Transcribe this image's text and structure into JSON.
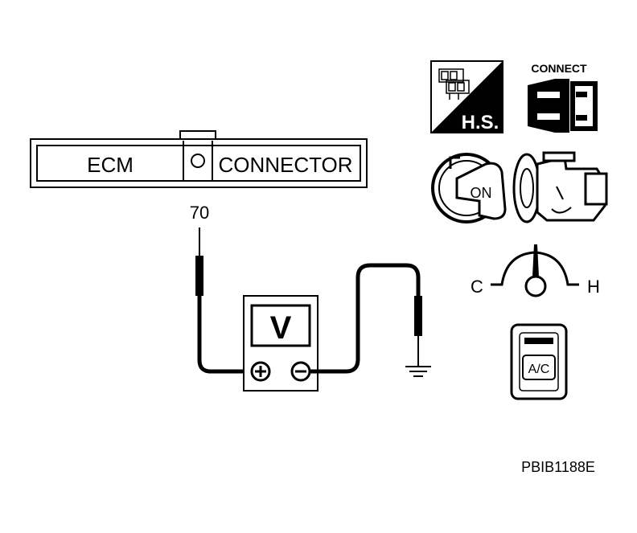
{
  "connector": {
    "left_label": "ECM",
    "right_label": "CONNECTOR"
  },
  "probe": {
    "terminal": "70"
  },
  "voltmeter": {
    "symbol": "V",
    "positive_icon": "plus-terminal-icon",
    "negative_icon": "minus-terminal-icon"
  },
  "icons": {
    "hs": {
      "label": "H.S."
    },
    "connect": {
      "label": "CONNECT"
    },
    "ignition": {
      "label": "ON"
    },
    "temp_gauge": {
      "cold_label": "C",
      "hot_label": "H"
    },
    "ac_switch": {
      "label": "A/C"
    }
  },
  "figure_code": "PBIB1188E"
}
